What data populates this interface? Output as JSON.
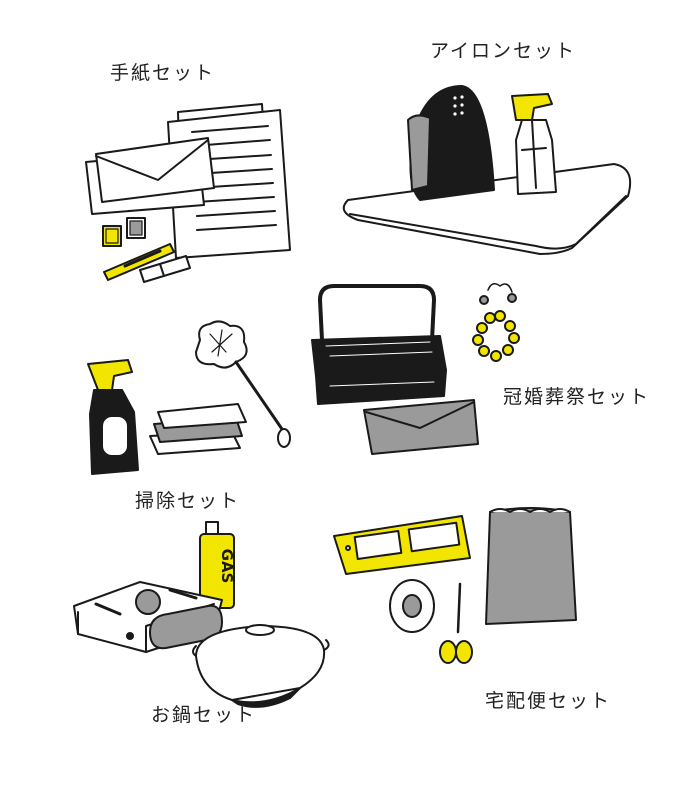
{
  "labels": {
    "letter_set": "手紙セット",
    "iron_set": "アイロンセット",
    "ceremony_set": "冠婚葬祭セット",
    "cleaning_set": "掃除セット",
    "hotpot_set": "お鍋セット",
    "delivery_set": "宅配便セット"
  },
  "gas_can_text": "GAS",
  "colors": {
    "accent": "#f2e600",
    "ink": "#1a1a1a",
    "gray": "#9a9a9a",
    "light_gray": "#c8c8c8",
    "paper": "#ffffff"
  },
  "icons": [
    "letter-paper-icon",
    "envelope-icon",
    "stamp-icon",
    "pen-icon",
    "glue-stick-icon",
    "iron-icon",
    "spray-bottle-icon",
    "ironing-board-icon",
    "gift-box-icon",
    "fukusa-icon",
    "prayer-beads-icon",
    "cleaner-spray-icon",
    "cloths-icon",
    "handy-duster-icon",
    "gas-can-icon",
    "portable-stove-icon",
    "pot-icon",
    "shipping-label-icon",
    "tape-roll-icon",
    "scissors-icon",
    "paper-bag-icon"
  ]
}
